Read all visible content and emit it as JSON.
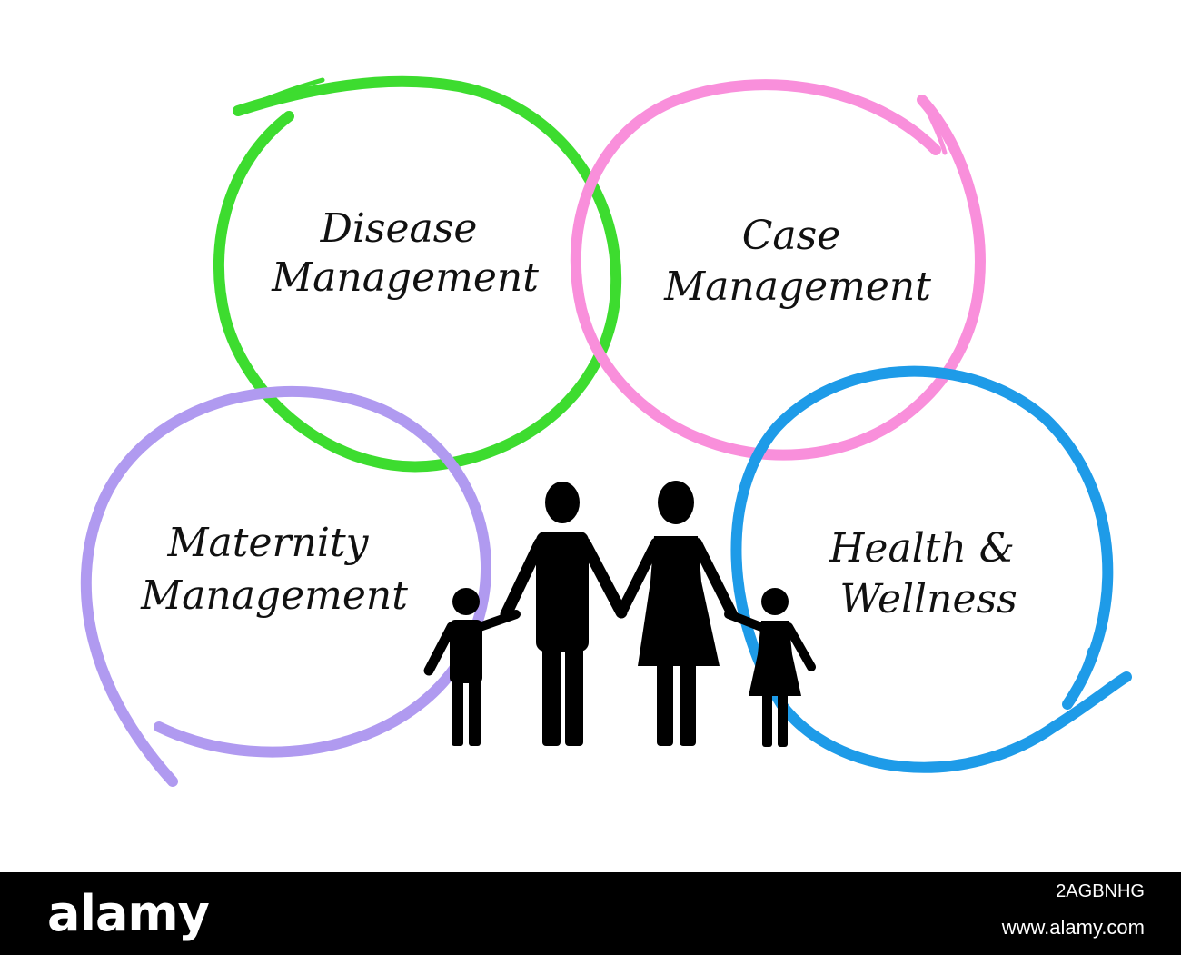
{
  "diagram": {
    "circles": [
      {
        "id": "disease",
        "lines": [
          "Disease",
          "Management"
        ],
        "color": "#3ddc2f"
      },
      {
        "id": "case",
        "lines": [
          "Case",
          "Management"
        ],
        "color": "#f98fdb"
      },
      {
        "id": "maternity",
        "lines": [
          "Maternity",
          "Management"
        ],
        "color": "#b09af0"
      },
      {
        "id": "health",
        "lines": [
          "Health &",
          "Wellness"
        ],
        "color": "#1e9be8"
      }
    ],
    "family_icon": "family-of-four-icon"
  },
  "footer": {
    "logo": "alamy",
    "image_id": "2AGBNHG",
    "url": "www.alamy.com",
    "background": "#000000"
  }
}
